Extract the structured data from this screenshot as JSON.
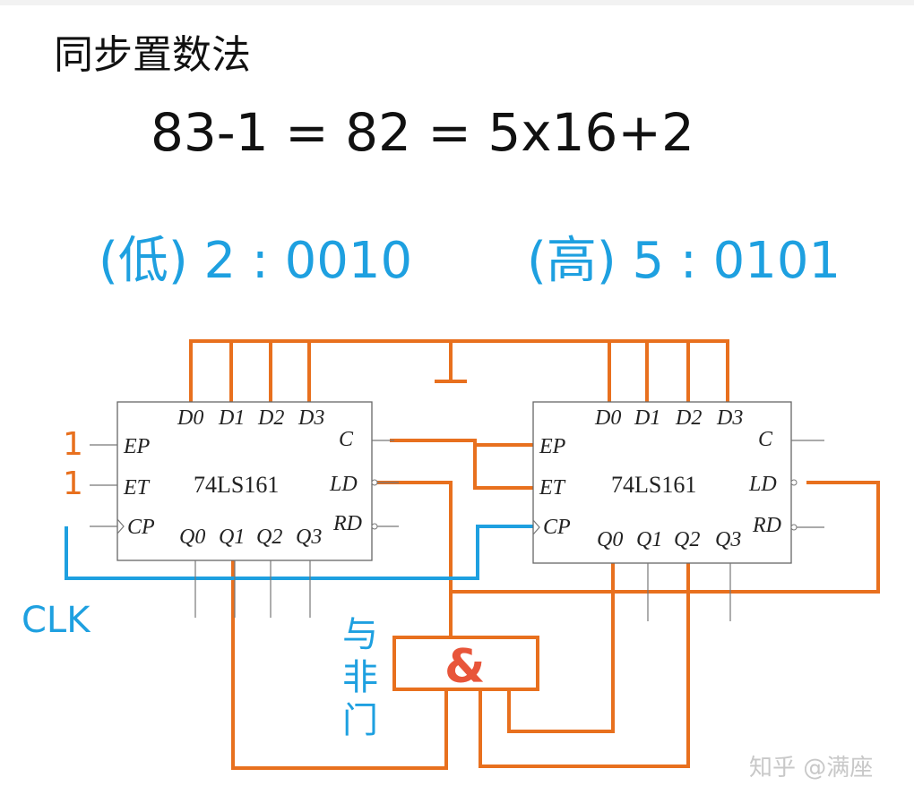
{
  "notes": {
    "title": "同步置数法",
    "equation": "83-1 = 82 = 5x16+2",
    "low_digit": "(低) 2 : 0010",
    "high_digit": "(高) 5 : 0101",
    "clk_label": "CLK",
    "gate_label": "与非门",
    "gate_symbol": "&"
  },
  "chip_left": {
    "name": "74LS161",
    "inputs": [
      "D0",
      "D1",
      "D2",
      "D3"
    ],
    "outputs": [
      "Q0",
      "Q1",
      "Q2",
      "Q3"
    ],
    "pins_left": [
      "EP",
      "ET",
      "CP"
    ],
    "pins_right": [
      "C",
      "LD",
      "RD"
    ]
  },
  "chip_right": {
    "name": "74LS161",
    "inputs": [
      "D0",
      "D1",
      "D2",
      "D3"
    ],
    "outputs": [
      "Q0",
      "Q1",
      "Q2",
      "Q3"
    ],
    "pins_left": [
      "EP",
      "ET",
      "CP"
    ],
    "pins_right": [
      "C",
      "LD",
      "RD"
    ]
  },
  "input_marks": [
    "1",
    "1"
  ],
  "watermark": "知乎 @满座",
  "colors": {
    "wire_orange": "#e8701e",
    "ink_blue": "#1ea0e0",
    "ink_black": "#111111",
    "ink_red": "#e8553a"
  }
}
